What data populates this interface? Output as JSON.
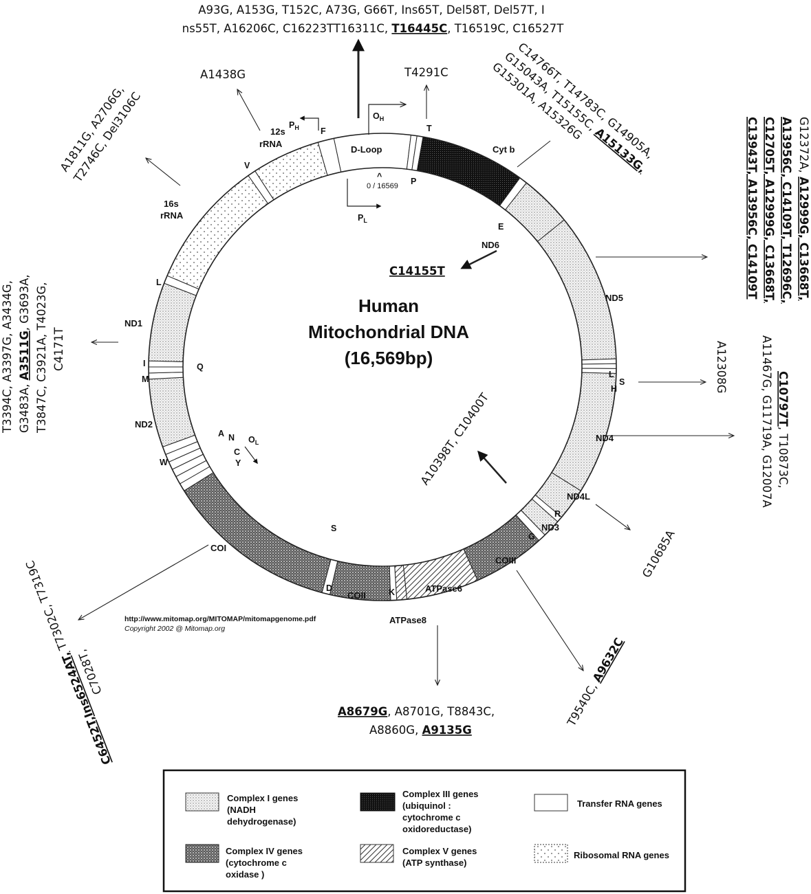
{
  "center": {
    "line1": "Human",
    "line2": "Mitochondrial DNA",
    "line3": "(16,569bp)"
  },
  "genome": {
    "origin_label": "0 / 16569",
    "origin_marker": "^",
    "dloop": "D-Loop",
    "promoters": {
      "OH": "O",
      "OH_sub": "H",
      "PH": "P",
      "PH_sub": "H",
      "PL": "P",
      "PL_sub": "L",
      "OL": "O",
      "OL_sub": "L"
    }
  },
  "genes": {
    "cytb": "Cyt b",
    "nd6": "ND6",
    "nd5": "ND5",
    "nd4": "ND4",
    "nd4l": "ND4L",
    "nd3": "ND3",
    "coiii": "COIII",
    "atp6": "ATPase6",
    "atp8": "ATPase8",
    "coii": "COII",
    "coi": "COI",
    "nd2": "ND2",
    "nd1": "ND1",
    "rrna16_line1": "16s",
    "rrna16_line2": "rRNA",
    "rrna12_line1": "12s",
    "rrna12_line2": "rRNA"
  },
  "trnas": {
    "T": "T",
    "P": "P",
    "F": "F",
    "V": "V",
    "L1": "L",
    "I": "I",
    "M": "M",
    "Q": "Q",
    "W": "W",
    "A": "A",
    "N": "N",
    "C": "C",
    "Y": "Y",
    "S1": "S",
    "D": "D",
    "K": "K",
    "G": "G",
    "R": "R",
    "H": "H",
    "S2": "S",
    "L2": "L",
    "E": "E"
  },
  "mutations": {
    "dloop_line1": "A93G, A153G, T152C, A73G, G66T, Ins65T, Del58T, Del57T, I",
    "dloop_line2_a": "ns55T, A16206C, C16223TT16311C, ",
    "dloop_line2_u": "T16445C",
    "dloop_line2_b": ", T16519C, C16527T",
    "trna_t": "T4291C",
    "rrna12": "A1438G",
    "rrna16_line1": "A1811G, A2706G,",
    "rrna16_line2": "T2746C, Del3106C",
    "cytb_line1": "C14766T, T14783C, G14905A,",
    "cytb_line2": "G15043A, T15155C, ",
    "cytb_line2_u": "A15133G,",
    "cytb_line3": "G15301A, A15326G",
    "nd5_line1_a": "G12372A, ",
    "nd5_line1_u": "A12999G, C13668T,",
    "nd5_line2_u": "A13956C, C14109T, T12696C,",
    "nd5_line3_u": "C12705T, A12999G, C13668T,",
    "nd5_line4_u": "C13943T, A13956C, C14109T",
    "nd6": "C14155T",
    "trna_ls": "A12308G",
    "nd4_line1_u": "C10797T",
    "nd4_line1_b": ", T10873C,",
    "nd4_line2": "A11467G, G11719A, G12007A",
    "nd4l": "G10685A",
    "nd3": "A10398T, C10400T",
    "coiii_a": "T9540C, ",
    "coiii_u": "A9632C",
    "atp_line1_u": "A8679G",
    "atp_line1_b": ", A8701G, T8843C,",
    "atp_line2_a": "A8860G, ",
    "atp_line2_u": "A9135G",
    "coi_line1": "C7028T,",
    "coi_line2_u": "C6452T,Ins6524AT,",
    "coi_line2_b": " T7302C, T7319C",
    "nd1_line1": "T3394C, A3397G, A3434G,",
    "nd1_line2_a": "G3483A, ",
    "nd1_line2_u": "A3511G",
    "nd1_line2_b": ", G3693A,",
    "nd1_line3": "T3847C, C3921A, T4023G,",
    "nd1_line4": "C4171T"
  },
  "footer": {
    "url": "http://www.mitomap.org/MITOMAP/mitomapgenome.pdf",
    "copyright": "Copyright 2002 @ Mitomap.org"
  },
  "legend": {
    "c1_line1": "Complex I genes",
    "c1_line2": "(NADH",
    "c1_line3": "dehydrogenase)",
    "c3_line1": "Complex III genes",
    "c3_line2": "(ubiquinol :",
    "c3_line3": "cytochrome c",
    "c3_line4": "oxidoreductase)",
    "trna": "Transfer RNA genes",
    "c4_line1": "Complex IV genes",
    "c4_line2": "(cytochrome c",
    "c4_line3": "oxidase )",
    "c5_line1": "Complex V genes",
    "c5_line2": "(ATP synthase)",
    "rrna": "Ribosomal  RNA genes"
  }
}
